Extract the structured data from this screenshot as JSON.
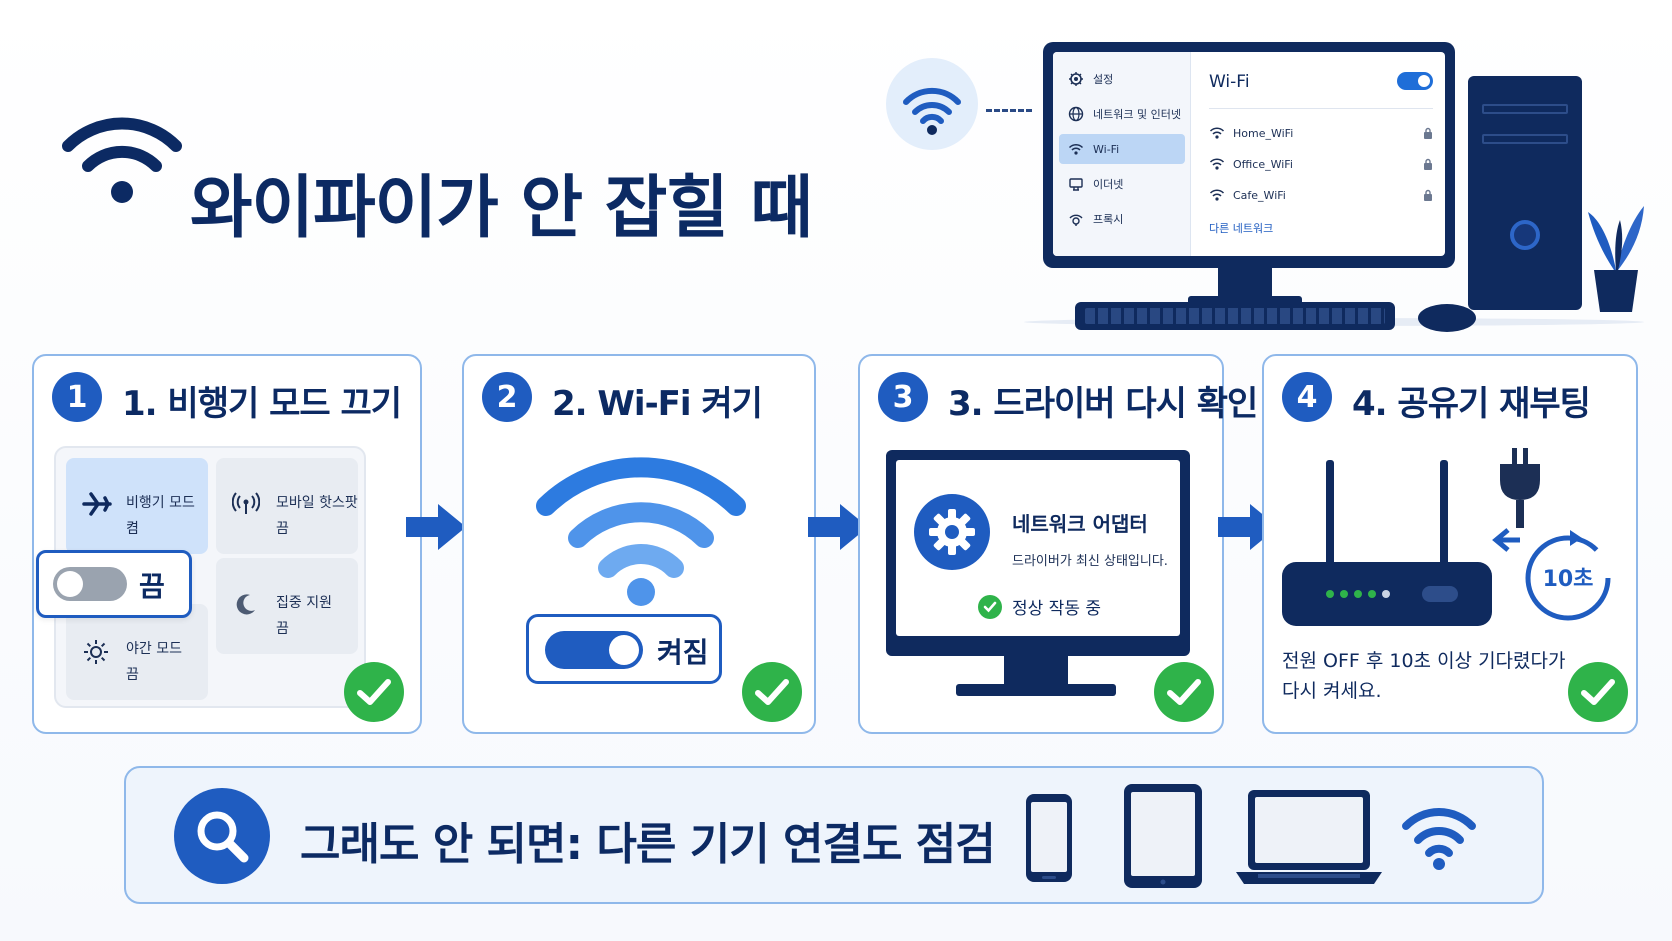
{
  "title": "와이파이가 안 잡힐 때",
  "settings_window": {
    "sidebar": [
      {
        "label": "설정",
        "icon": "gear-icon"
      },
      {
        "label": "네트워크 및 인터넷",
        "icon": "globe-icon"
      },
      {
        "label": "Wi-Fi",
        "icon": "wifi-icon",
        "active": true
      },
      {
        "label": "이더넷",
        "icon": "ethernet-icon"
      },
      {
        "label": "프록시",
        "icon": "proxy-icon"
      }
    ],
    "panel_title": "Wi-Fi",
    "wifi_toggle_on": true,
    "networks": [
      {
        "name": "Home_WiFi",
        "secured": true
      },
      {
        "name": "Office_WiFi",
        "secured": true
      },
      {
        "name": "Cafe_WiFi",
        "secured": true
      }
    ],
    "other_networks_link": "다른 네트워크"
  },
  "steps": [
    {
      "number": "1",
      "title": "1. 비행기 모드 끄기",
      "tiles": [
        {
          "label": "비행기 모드",
          "state": "켬",
          "icon": "airplane-icon",
          "active": true
        },
        {
          "label": "모바일 핫스팟",
          "state": "끔",
          "icon": "hotspot-icon",
          "active": false
        },
        {
          "label": "집중 지원",
          "state": "끔",
          "icon": "moon-icon",
          "active": false
        },
        {
          "label": "야간 모드",
          "state": "끔",
          "icon": "sun-icon",
          "active": false
        }
      ],
      "toggle_label": "끔",
      "toggle_on": false
    },
    {
      "number": "2",
      "title": "2. Wi-Fi 켜기",
      "toggle_label": "켜짐",
      "toggle_on": true
    },
    {
      "number": "3",
      "title": "3. 드라이버 다시 확인",
      "adapter_title": "네트워크 어댑터",
      "adapter_status": "드라이버가 최신 상태입니다.",
      "ok_label": "정상 작동 중"
    },
    {
      "number": "4",
      "title": "4. 공유기 재부팅",
      "timer_label": "10초",
      "note_line1": "전원 OFF 후 10초 이상 기다렸다가",
      "note_line2": "다시 켜세요."
    }
  ],
  "bottom": {
    "text": "그래도 안 되면: 다른 기기 연결도 점검",
    "devices": [
      "phone-icon",
      "tablet-icon",
      "laptop-icon",
      "wifi-icon"
    ]
  },
  "colors": {
    "navy": "#0f2a5e",
    "blue": "#1f5cc0",
    "light_blue": "#8fb8ea",
    "green": "#2fb34a"
  }
}
